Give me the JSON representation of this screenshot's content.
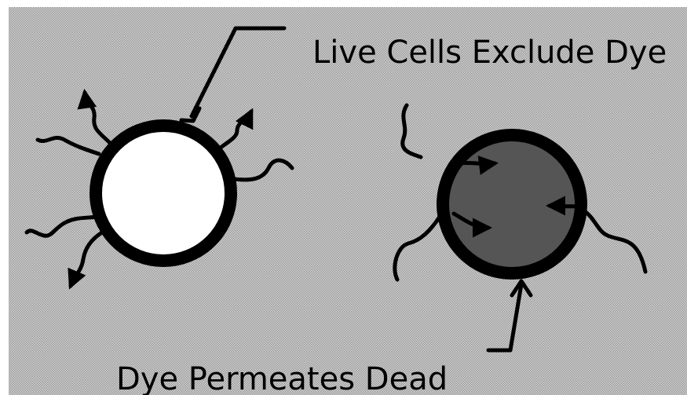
{
  "diagram": {
    "labels": {
      "live_cells": "Live Cells Exclude Dye",
      "dead_cells": "Dye Permeates Dead"
    },
    "colors": {
      "background_dots": "#9a9a9a",
      "background_base": "#d2d2d2",
      "live_cell_fill": "#ffffff",
      "dead_cell_fill": "#555555",
      "stroke": "#000000",
      "frame": "#ffffff"
    },
    "elements": {
      "live_cell": "live-cell",
      "dead_cell": "dead-cell",
      "dye_molecules": "dye-molecule-arrows"
    }
  }
}
